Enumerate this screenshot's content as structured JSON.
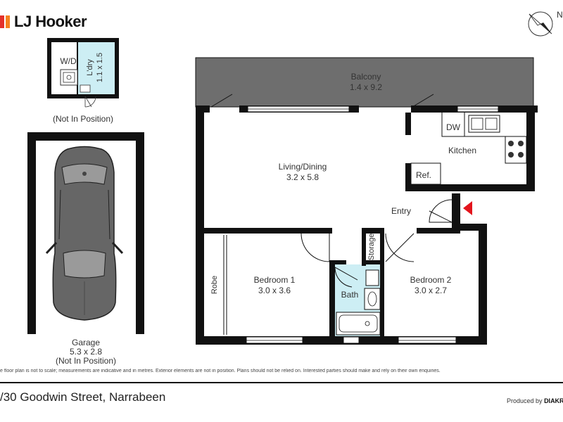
{
  "brand": {
    "name": "LJ Hooker",
    "colors": [
      "#e4312b",
      "#f58220",
      "#fdb913"
    ]
  },
  "compass": {
    "label": "N"
  },
  "rooms": {
    "laundry": {
      "wd": "W/D",
      "name": "L'dry",
      "size": "1.1 x 1.5",
      "note": "(Not In Position)"
    },
    "garage": {
      "name": "Garage",
      "size": "5.3 x 2.8",
      "note": "(Not In Position)"
    },
    "balcony": {
      "name": "Balcony",
      "size": "1.4 x 9.2"
    },
    "living": {
      "name": "Living/Dining",
      "size": "3.2 x 5.8"
    },
    "kitchen": {
      "name": "Kitchen",
      "dw": "DW",
      "ref": "Ref."
    },
    "entry": {
      "name": "Entry"
    },
    "storage": {
      "name": "Storage"
    },
    "bedroom1": {
      "name": "Bedroom 1",
      "size": "3.0 x 3.6",
      "robe": "Robe"
    },
    "bath": {
      "name": "Bath"
    },
    "bedroom2": {
      "name": "Bedroom 2",
      "size": "3.0 x 2.7"
    }
  },
  "disclaimer": "e floor plan is not to scale; measurements are indicative and in metres. Exterior elements are not in position. Plans should not be relied on. Interested parties should make and rely on their own enquiries.",
  "address": "/30 Goodwin Street, Narrabeen",
  "producer": {
    "label": "Produced by",
    "name": "DIAKR"
  },
  "colors": {
    "wall": "#111111",
    "balcony": "#6e6e6e",
    "wet_area": "#cdeef4",
    "entry_arrow": "#e3141c",
    "garage_car": "#666666"
  }
}
